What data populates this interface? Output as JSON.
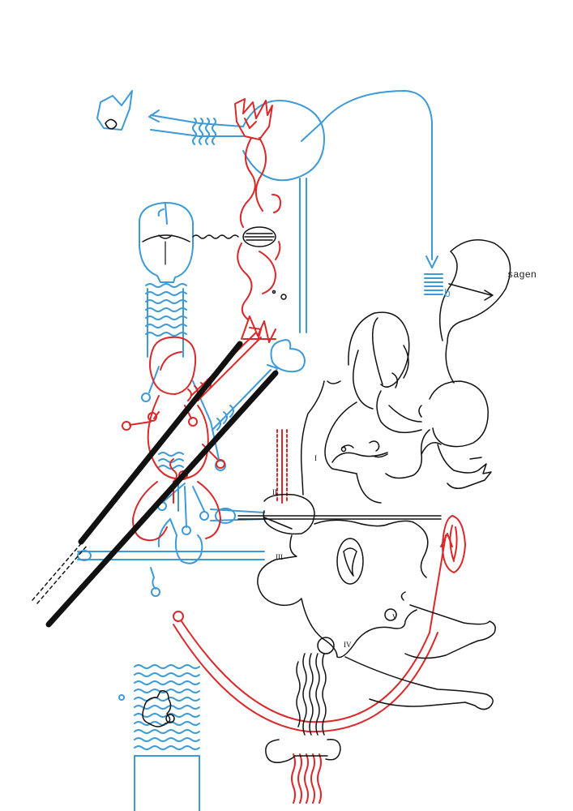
{
  "colors": {
    "blue": "#3e9ad6",
    "red": "#d9292a",
    "black": "#111111",
    "background": "#ffffff"
  },
  "labels": {
    "word": "sagen",
    "letter_b": "b",
    "roman": [
      "I",
      "II",
      "III",
      "IV",
      "V"
    ]
  }
}
